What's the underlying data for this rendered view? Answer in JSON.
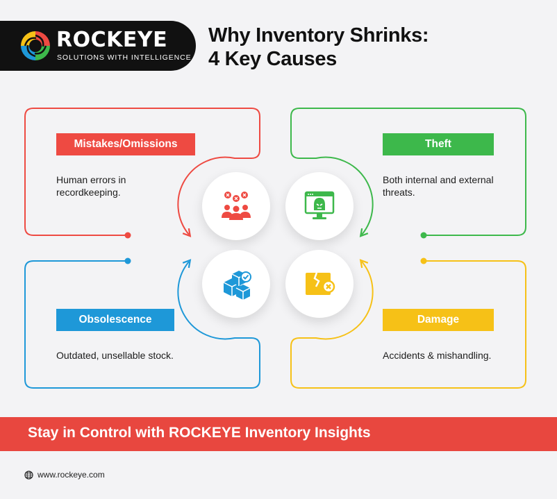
{
  "brand": {
    "name": "ROCKEYE",
    "tagline": "SOLUTIONS WITH INTELLIGENCE",
    "logo_icon": "swirl-logo-icon"
  },
  "title": {
    "line1": "Why Inventory Shrinks:",
    "line2": "4 Key Causes"
  },
  "causes": [
    {
      "label": "Mistakes/Omissions",
      "description": "Human errors in recordkeeping.",
      "color": "#ee4a42",
      "icon": "people-errors-icon"
    },
    {
      "label": "Theft",
      "description": "Both internal and external threats.",
      "color": "#3db84b",
      "icon": "hacker-monitor-icon"
    },
    {
      "label": "Obsolescence",
      "description": "Outdated, unsellable stock.",
      "color": "#1e98d8",
      "icon": "boxes-check-icon"
    },
    {
      "label": "Damage",
      "description": "Accidents & mishandling.",
      "color": "#f6c117",
      "icon": "broken-box-icon"
    }
  ],
  "banner": {
    "text": "Stay in Control with ROCKEYE Inventory Insights",
    "color": "#e8473f"
  },
  "footer": {
    "website": "www.rockeye.com",
    "icon": "globe-icon"
  }
}
